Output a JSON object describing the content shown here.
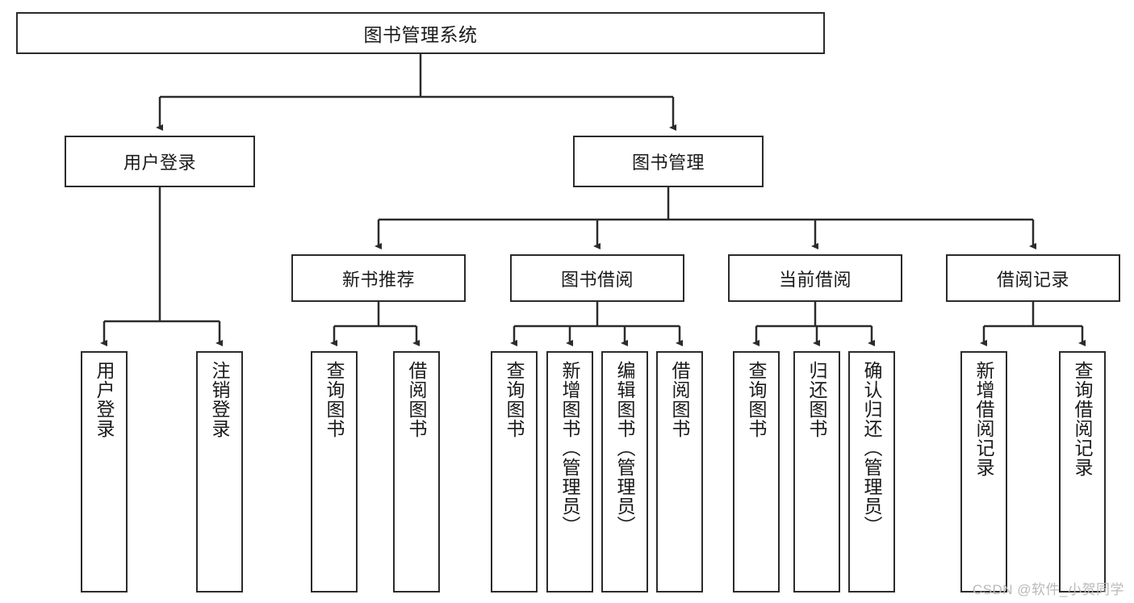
{
  "diagram": {
    "title": "图书管理系统",
    "type": "tree-hierarchy",
    "colors": {
      "box_border": "#2b2b2b",
      "box_fill": "#ffffff",
      "edge": "#2b2b2b",
      "text": "#1a1a1a",
      "watermark": "#b9b9b9"
    },
    "nodes": {
      "root": {
        "label": "图书管理系统"
      },
      "level2": [
        {
          "label": "用户登录"
        },
        {
          "label": "图书管理"
        }
      ],
      "level3": [
        {
          "label": "新书推荐"
        },
        {
          "label": "图书借阅"
        },
        {
          "label": "当前借阅"
        },
        {
          "label": "借阅记录"
        }
      ],
      "leaves": {
        "user_login": [
          {
            "label": "用户登录"
          },
          {
            "label": "注销登录"
          }
        ],
        "new_book_recommend": [
          {
            "label": "查询图书"
          },
          {
            "label": "借阅图书"
          }
        ],
        "book_borrow": [
          {
            "label": "查询图书"
          },
          {
            "label": "新增图书（管理员）"
          },
          {
            "label": "编辑图书（管理员）"
          },
          {
            "label": "借阅图书"
          }
        ],
        "current_borrow": [
          {
            "label": "查询图书"
          },
          {
            "label": "归还图书"
          },
          {
            "label": "确认归还（管理员）"
          }
        ],
        "borrow_record": [
          {
            "label": "新增借阅记录"
          },
          {
            "label": "查询借阅记录"
          }
        ]
      }
    }
  },
  "watermark": {
    "text": "CSDN @软件_小贺同学"
  }
}
